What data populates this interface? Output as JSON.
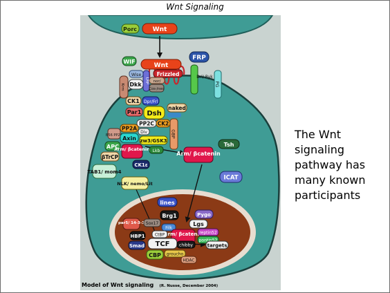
{
  "slide": {
    "title": "Wnt Signaling",
    "caption": "The Wnt signaling pathway has many known participants"
  },
  "figure": {
    "credit_bold": "Model of Wnt signaling",
    "credit_small": "(R. Nusse, December 2004)",
    "colors": {
      "panel": "#c9d3d0",
      "cytoplasm": "#3f9c95",
      "nucleus": "#8b3a16",
      "wnt": "#e8431a",
      "frizzled": "#c9252b",
      "arm": "#e0174b"
    },
    "molecules": {
      "porc": "Porc",
      "wnt_secreted": "Wnt",
      "wif": "WIF",
      "frp": "FRP",
      "wnt_bound": "Wnt",
      "frizzled": "Frizzled",
      "wise": "Wise",
      "krm": "Krm",
      "dkk": "Dkk",
      "lrp": "LRP",
      "nor_fr": "nor/",
      "cos_neo": "Cos-/neo",
      "drl_ryk": "Drl/ Ryk",
      "pg": "PG",
      "ck1": "CK1",
      "dpr_fr": "Dpr/Frl",
      "par1": "Par1",
      "dsh": "Dsh",
      "naked": "naked",
      "ppc": "PP2C",
      "ck2": "CK2",
      "gbp": "GBP",
      "pp2a": "PP2A",
      "div": "Div",
      "b56": "B56 PP2A",
      "axin": "Axin",
      "zw3": "zw3/GSK3",
      "apc": "APC",
      "arm_cyto": "Arm/ βcatenin",
      "btrcp": "βTrCP",
      "lkb": "Lkb",
      "tsh": "Tsh",
      "arm_free": "Arm/ βcatenin",
      "icat": "ICAT",
      "tab1": "TAB1/ mom4",
      "ck1e": "CK1ε",
      "nlk": "NLK/ nemo/Lit",
      "lines": "lines",
      "pygo": "Pygo",
      "brg1": "Brg1",
      "lgs": "Lgs",
      "par5": "par5/ 14-3-3",
      "sox17": "Sox17",
      "filk": "Filk",
      "arm_nuc": "Arm/ βcatenin",
      "reptin": "reptin52",
      "pontin": "pontin52",
      "hbp1": "HBP1",
      "cibp": "CtBP",
      "smad": "Smad",
      "tcf": "TCF",
      "chibby": "chibby",
      "targets": "targets",
      "cbp": "CBP",
      "groucho": "groucho",
      "hdac": "HDAC"
    }
  }
}
